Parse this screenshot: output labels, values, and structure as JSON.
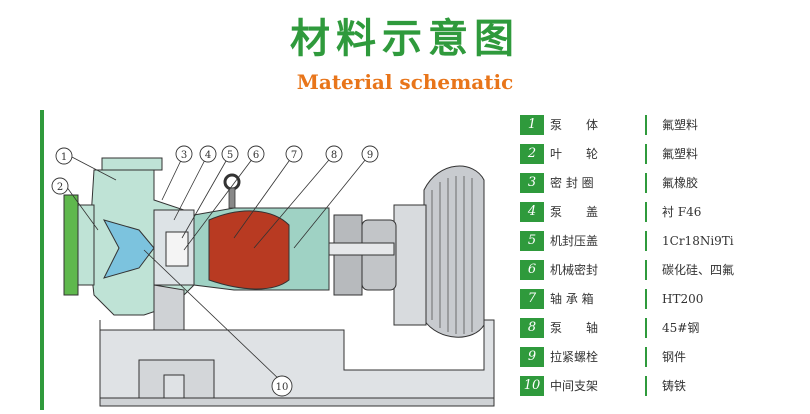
{
  "title": {
    "cn": "材料示意图",
    "en": "Material schematic"
  },
  "callouts": [
    "1",
    "2",
    "3",
    "4",
    "5",
    "6",
    "7",
    "8",
    "9",
    "10"
  ],
  "parts": [
    {
      "num": "1",
      "name": "泵　　体",
      "material": "氟塑料"
    },
    {
      "num": "2",
      "name": "叶　　轮",
      "material": "氟塑料"
    },
    {
      "num": "3",
      "name": "密 封 圈",
      "material": "氟橡胶"
    },
    {
      "num": "4",
      "name": "泵　　盖",
      "material": "衬 F46"
    },
    {
      "num": "5",
      "name": "机封压盖",
      "material": "1Cr18Ni9Ti"
    },
    {
      "num": "6",
      "name": "机械密封",
      "material": "碳化硅、四氟"
    },
    {
      "num": "7",
      "name": "轴 承 箱",
      "material": "HT200"
    },
    {
      "num": "8",
      "name": "泵　　轴",
      "material": "45#钢"
    },
    {
      "num": "9",
      "name": "拉紧螺栓",
      "material": "钢件"
    },
    {
      "num": "10",
      "name": "中间支架",
      "material": "铸铁"
    }
  ],
  "colors": {
    "accent": "#2f9a3c",
    "subtitle": "#e8751a",
    "pump_body": "#bfe3d6",
    "bearing_red": "#b83a22",
    "motor_gray": "#c8cbcf"
  }
}
